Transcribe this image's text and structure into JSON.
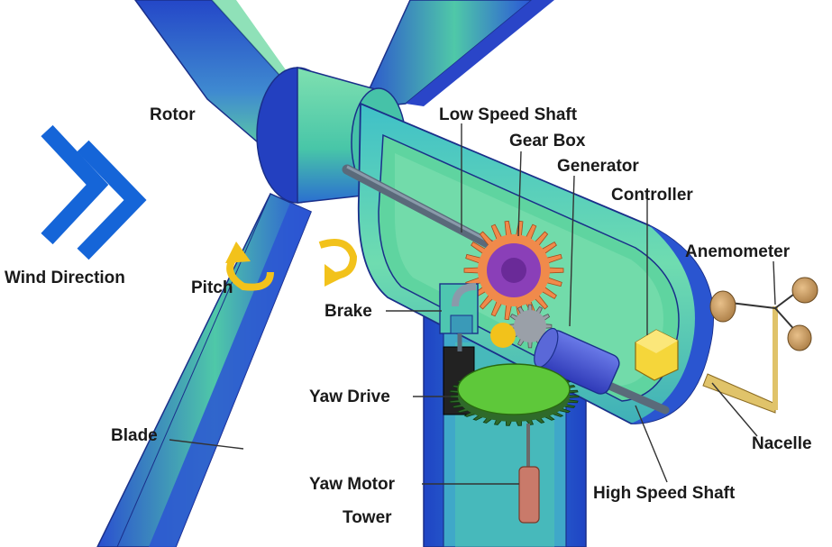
{
  "labels": {
    "rotor": "Rotor",
    "low_speed_shaft": "Low Speed Shaft",
    "gear_box": "Gear Box",
    "generator": "Generator",
    "controller": "Controller",
    "anemometer": "Anemometer",
    "wind_direction": "Wind Direction",
    "pitch": "Pitch",
    "brake": "Brake",
    "yaw_drive": "Yaw Drive",
    "blade": "Blade",
    "nacelle": "Nacelle",
    "yaw_motor": "Yaw Motor",
    "tower": "Tower",
    "high_speed_shaft": "High Speed Shaft"
  },
  "colors": {
    "structure_blue": "#1f4fc9",
    "structure_green": "#5fd49a",
    "structure_cyan": "#3fc3c0",
    "arrow_blue": "#1565d8",
    "pitch_arrow": "#f2c21b",
    "gear_orange": "#f08a4b",
    "gear_purple": "#8a3fb8",
    "gear_green": "#5ec83a",
    "generator_blue": "#3f4fd0",
    "controller_yellow": "#f5d63a",
    "anemometer_cup": "#c9955a",
    "anemometer_mount": "#e0c36a",
    "yaw_motor": "#c97a6a"
  }
}
